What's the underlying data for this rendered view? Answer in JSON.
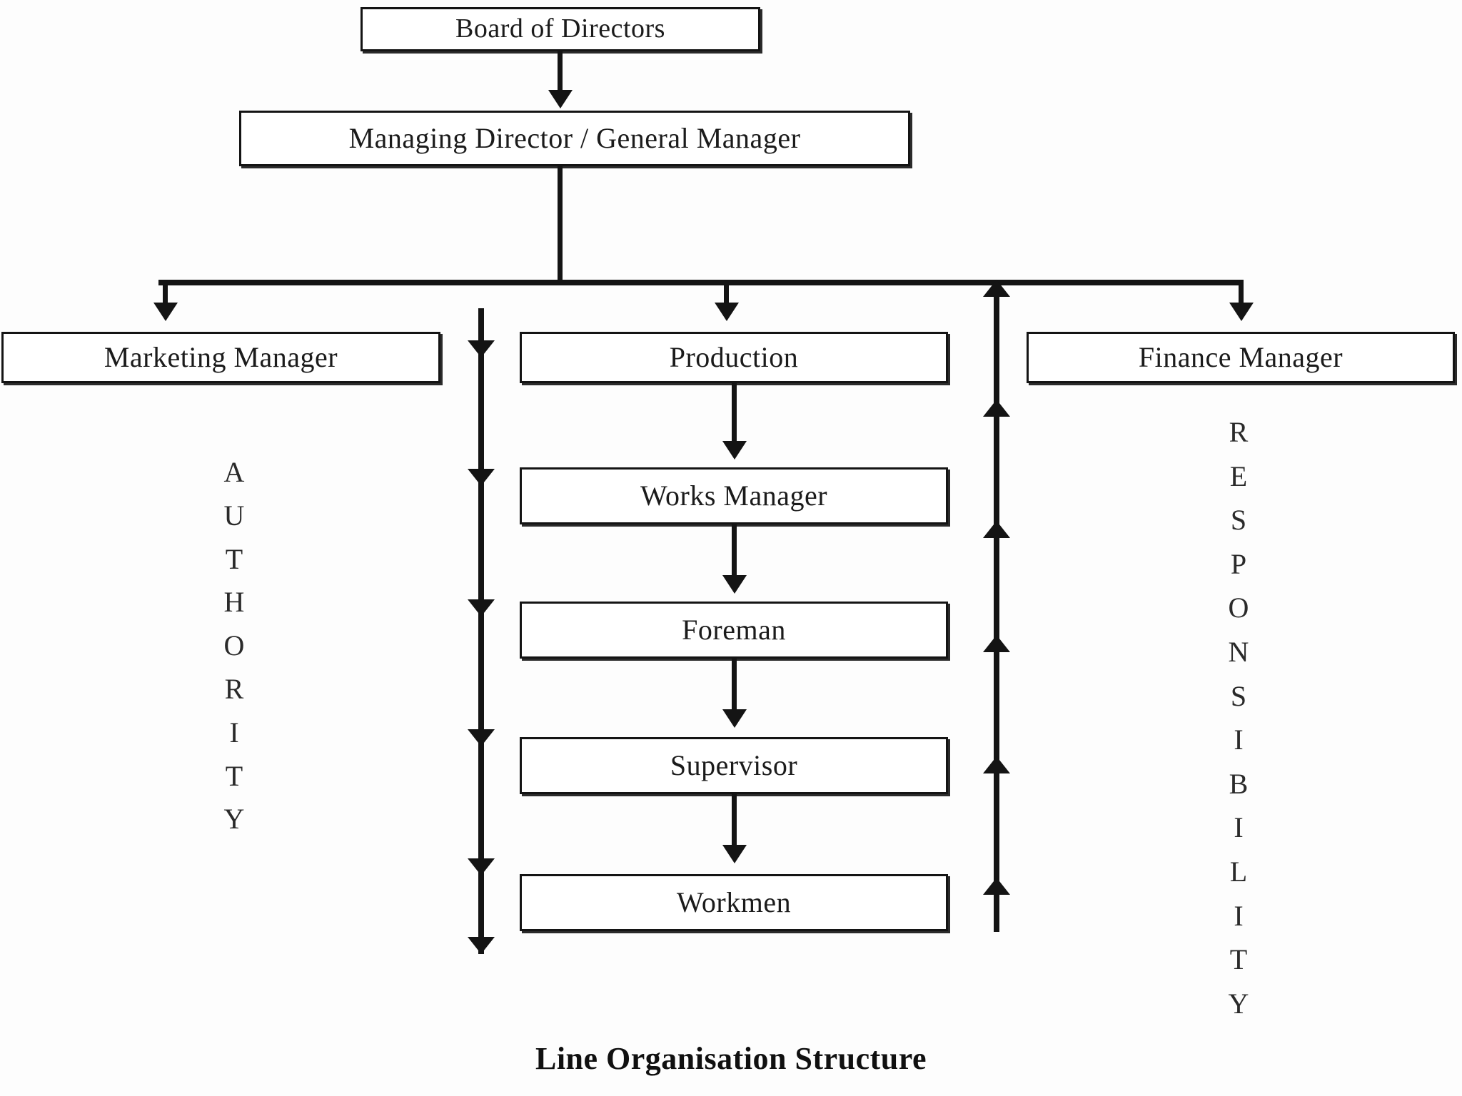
{
  "diagram": {
    "caption": "Line Organisation Structure",
    "colors": {
      "line": "#141414",
      "box_border": "#141414",
      "box_fill": "#ffffff",
      "text": "#1b1b1b",
      "background": "#fdfdfd"
    },
    "nodes": {
      "board": "Board of Directors",
      "managing_director": "Managing Director / General Manager",
      "marketing_manager": "Marketing Manager",
      "production": "Production",
      "finance_manager": "Finance Manager",
      "works_manager": "Works Manager",
      "foreman": "Foreman",
      "supervisor": "Supervisor",
      "workmen": "Workmen"
    },
    "flow_labels": {
      "authority": "AUTHORITY",
      "responsibility": "RESPONSIBILITY"
    },
    "authority_letters": [
      "A",
      "U",
      "T",
      "H",
      "O",
      "R",
      "I",
      "T",
      "Y"
    ],
    "responsibility_letters": [
      "R",
      "E",
      "S",
      "P",
      "O",
      "N",
      "S",
      "I",
      "B",
      "I",
      "L",
      "I",
      "T",
      "Y"
    ]
  }
}
